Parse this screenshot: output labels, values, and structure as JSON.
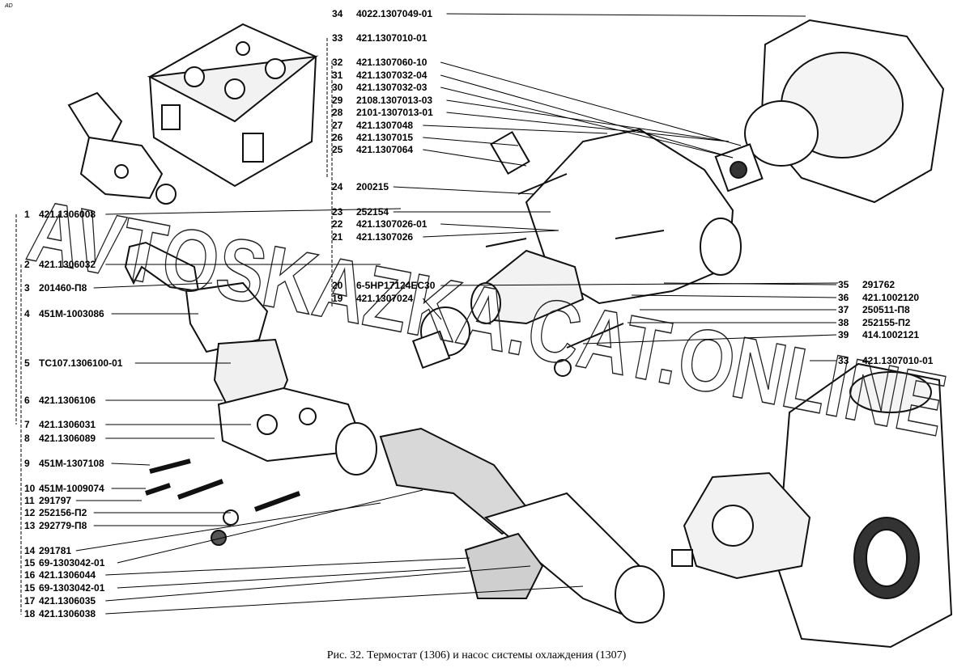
{
  "corner_mark": "AD",
  "watermark": "AVTOSKAZKA.CAT.ONLINE",
  "caption": "Рис. 32. Термостат (1306) и насос системы охлаждения (1307)",
  "left_labels": [
    {
      "num": "1",
      "code": "421.1306008"
    },
    {
      "num": "2",
      "code": "421.1306032"
    },
    {
      "num": "3",
      "code": "201460-П8"
    },
    {
      "num": "4",
      "code": "451М-1003086"
    },
    {
      "num": "5",
      "code": "ТС107.1306100-01"
    },
    {
      "num": "6",
      "code": "421.1306106"
    },
    {
      "num": "7",
      "code": "421.1306031"
    },
    {
      "num": "8",
      "code": "421.1306089"
    },
    {
      "num": "9",
      "code": "451М-1307108"
    },
    {
      "num": "10",
      "code": "451М-1009074"
    },
    {
      "num": "11",
      "code": "291797"
    },
    {
      "num": "12",
      "code": "252156-П2"
    },
    {
      "num": "13",
      "code": "292779-П8"
    },
    {
      "num": "14",
      "code": "291781"
    },
    {
      "num": "15",
      "code": "69-1303042-01"
    },
    {
      "num": "16",
      "code": "421.1306044"
    },
    {
      "num": "15",
      "code": "69-1303042-01"
    },
    {
      "num": "17",
      "code": "421.1306035"
    },
    {
      "num": "18",
      "code": "421.1306038"
    }
  ],
  "center_labels": [
    {
      "num": "34",
      "code": "4022.1307049-01"
    },
    {
      "num": "33",
      "code": "421.1307010-01"
    },
    {
      "num": "32",
      "code": "421.1307060-10"
    },
    {
      "num": "31",
      "code": "421.1307032-04"
    },
    {
      "num": "30",
      "code": "421.1307032-03"
    },
    {
      "num": "29",
      "code": "2108.1307013-03"
    },
    {
      "num": "28",
      "code": "2101-1307013-01"
    },
    {
      "num": "27",
      "code": "421.1307048"
    },
    {
      "num": "26",
      "code": "421.1307015"
    },
    {
      "num": "25",
      "code": "421.1307064"
    },
    {
      "num": "24",
      "code": "200215"
    },
    {
      "num": "23",
      "code": "252154"
    },
    {
      "num": "22",
      "code": "421.1307026-01"
    },
    {
      "num": "21",
      "code": "421.1307026"
    },
    {
      "num": "20",
      "code": "6-5НР17124ЕС30"
    },
    {
      "num": "19",
      "code": "421.1307024"
    }
  ],
  "right_labels": [
    {
      "num": "35",
      "code": "291762"
    },
    {
      "num": "36",
      "code": "421.1002120"
    },
    {
      "num": "37",
      "code": "250511-П8"
    },
    {
      "num": "38",
      "code": "252155-П2"
    },
    {
      "num": "39",
      "code": "414.1002121"
    },
    {
      "num": "33",
      "code": "421.1307010-01"
    }
  ]
}
